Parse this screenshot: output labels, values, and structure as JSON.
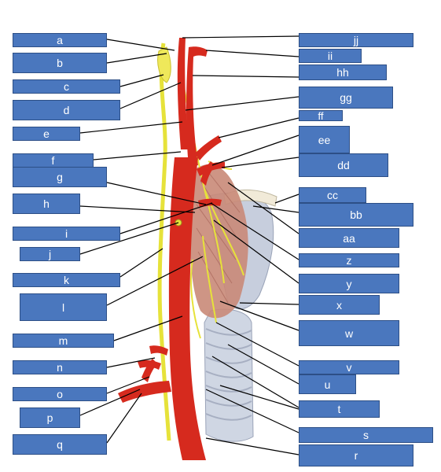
{
  "labels": {
    "a": "a",
    "b": "b",
    "c": "c",
    "d": "d",
    "e": "e",
    "f": "f",
    "g": "g",
    "h": "h",
    "i": "i",
    "j": "j",
    "k": "k",
    "l": "l",
    "m": "m",
    "n": "n",
    "o": "o",
    "p": "p",
    "q": "q",
    "r": "r",
    "s": "s",
    "t": "t",
    "u": "u",
    "v": "v",
    "w": "w",
    "x": "x",
    "y": "y",
    "z": "z",
    "aa": "aa",
    "bb": "bb",
    "cc": "cc",
    "dd": "dd",
    "ee": "ee",
    "ff": "ff",
    "gg": "gg",
    "hh": "hh",
    "ii": "ii",
    "jj": "jj"
  },
  "colors": {
    "label_fill": "#4a77be",
    "artery": "#d62a1e",
    "nerve": "#e6e23a",
    "muscle": "#c98a78",
    "cartilage": "#c7cedd"
  }
}
